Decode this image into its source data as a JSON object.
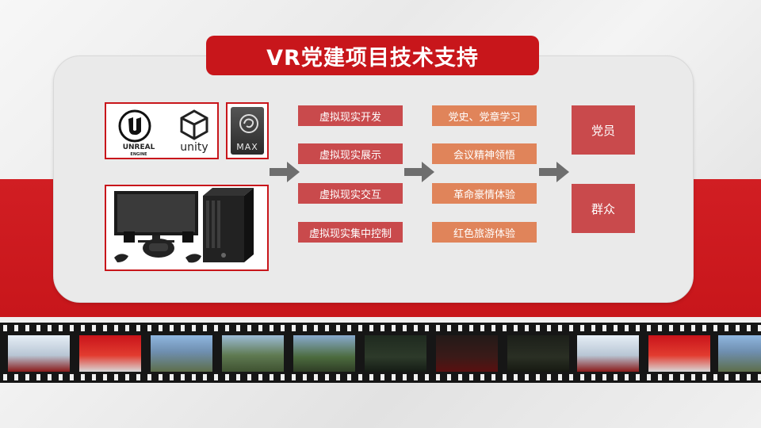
{
  "title": "VR党建项目技术支持",
  "tech_logos": {
    "unreal_wordmark": "UNREAL",
    "unreal_sub": "ENGINE",
    "unity_wordmark": "unity",
    "max_label": "MAX"
  },
  "vr_functions": [
    "虚拟现实开发",
    "虚拟现实展示",
    "虚拟现实交互",
    "虚拟现实集中控制"
  ],
  "content_modules": [
    "党史、党章学习",
    "会议精神领悟",
    "革命豪情体验",
    "红色旅游体验"
  ],
  "audiences": [
    "党员",
    "群众"
  ],
  "colors": {
    "primary_red": "#c8161b",
    "module_red": "#c94a4c",
    "module_orange": "#e0845a",
    "arrow_gray": "#6e6e6e"
  }
}
